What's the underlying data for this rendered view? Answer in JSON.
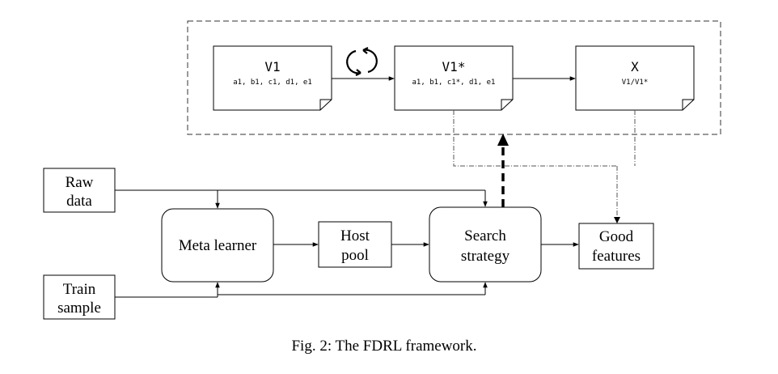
{
  "documents": [
    {
      "title": "V1",
      "subtitle": "a1, b1, c1, d1, e1"
    },
    {
      "title": "V1*",
      "subtitle": "a1, b1, c1*, d1, e1"
    },
    {
      "title": "X",
      "subtitle": "V1/V1*"
    }
  ],
  "cycle_icon": "cycle-arrows-icon",
  "nodes": {
    "raw_data": [
      "Raw",
      "data"
    ],
    "train_sample": [
      "Train",
      "sample"
    ],
    "meta_learner": "Meta learner",
    "host_pool": [
      "Host",
      "pool"
    ],
    "search_strategy": [
      "Search",
      "strategy"
    ],
    "good_features": [
      "Good",
      "features"
    ]
  },
  "caption": "Fig. 2: The FDRL framework."
}
